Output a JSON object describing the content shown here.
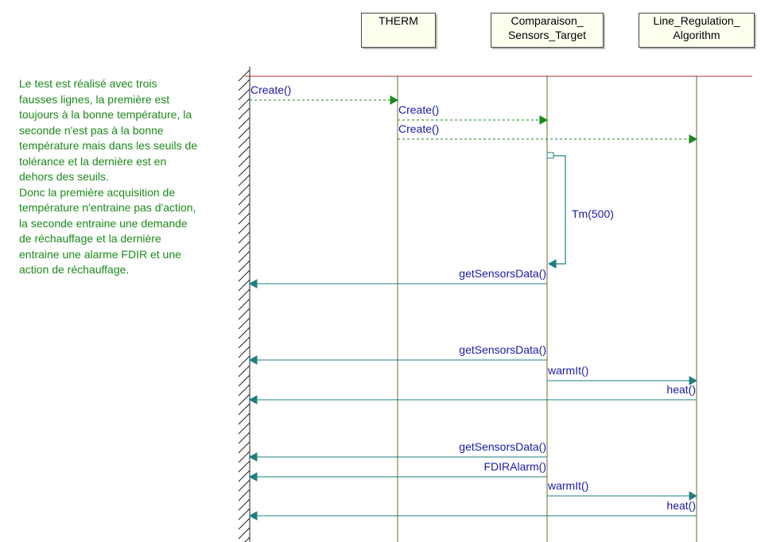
{
  "lifelines": [
    {
      "id": "therm",
      "label": "THERM"
    },
    {
      "id": "cmp",
      "label": "Comparaison_\nSensors_Target"
    },
    {
      "id": "lra",
      "label": "Line_Regulation_\nAlgorithm"
    }
  ],
  "note": "Le test est réalisé avec trois\nfausses lignes, la première est\ntoujours à la bonne température, la\nseconde n'est pas à la bonne\ntempérature mais dans les seuils de\ntolérance et la dernière est en\ndehors des seuils.\nDonc la première acquisition de\ntempérature n'entraine pas d'action,\nla seconde entraine une demande\nde réchauffage et la dernière\nentraine une alarme FDIR et une\naction de réchauffage.",
  "messages": [
    {
      "label": "Create()",
      "from": "env",
      "to": "therm",
      "kind": "create"
    },
    {
      "label": "Create()",
      "from": "therm",
      "to": "cmp",
      "kind": "create"
    },
    {
      "label": "Create()",
      "from": "therm",
      "to": "lra",
      "kind": "create"
    },
    {
      "label": "Tm(500)",
      "from": "cmp",
      "to": "cmp",
      "kind": "self"
    },
    {
      "label": "getSensorsData()",
      "from": "cmp",
      "to": "env",
      "kind": "call"
    },
    {
      "label": "getSensorsData()",
      "from": "cmp",
      "to": "env",
      "kind": "call"
    },
    {
      "label": "warmIt()",
      "from": "cmp",
      "to": "lra",
      "kind": "call"
    },
    {
      "label": "heat()",
      "from": "lra",
      "to": "env",
      "kind": "call"
    },
    {
      "label": "getSensorsData()",
      "from": "cmp",
      "to": "env",
      "kind": "call"
    },
    {
      "label": "FDIRAlarm()",
      "from": "cmp",
      "to": "env",
      "kind": "call"
    },
    {
      "label": "warmIt()",
      "from": "cmp",
      "to": "lra",
      "kind": "call"
    },
    {
      "label": "heat()",
      "from": "lra",
      "to": "env",
      "kind": "call"
    }
  ],
  "colors": {
    "lifeline": "#6b6b2a",
    "create_arrow": "#1a8a1a",
    "call_arrow": "#1f7f7f",
    "label_text": "#1a1aa8",
    "note_text": "#1a8a1a",
    "separator": "#b03030",
    "box_fill": "#fffff0"
  }
}
